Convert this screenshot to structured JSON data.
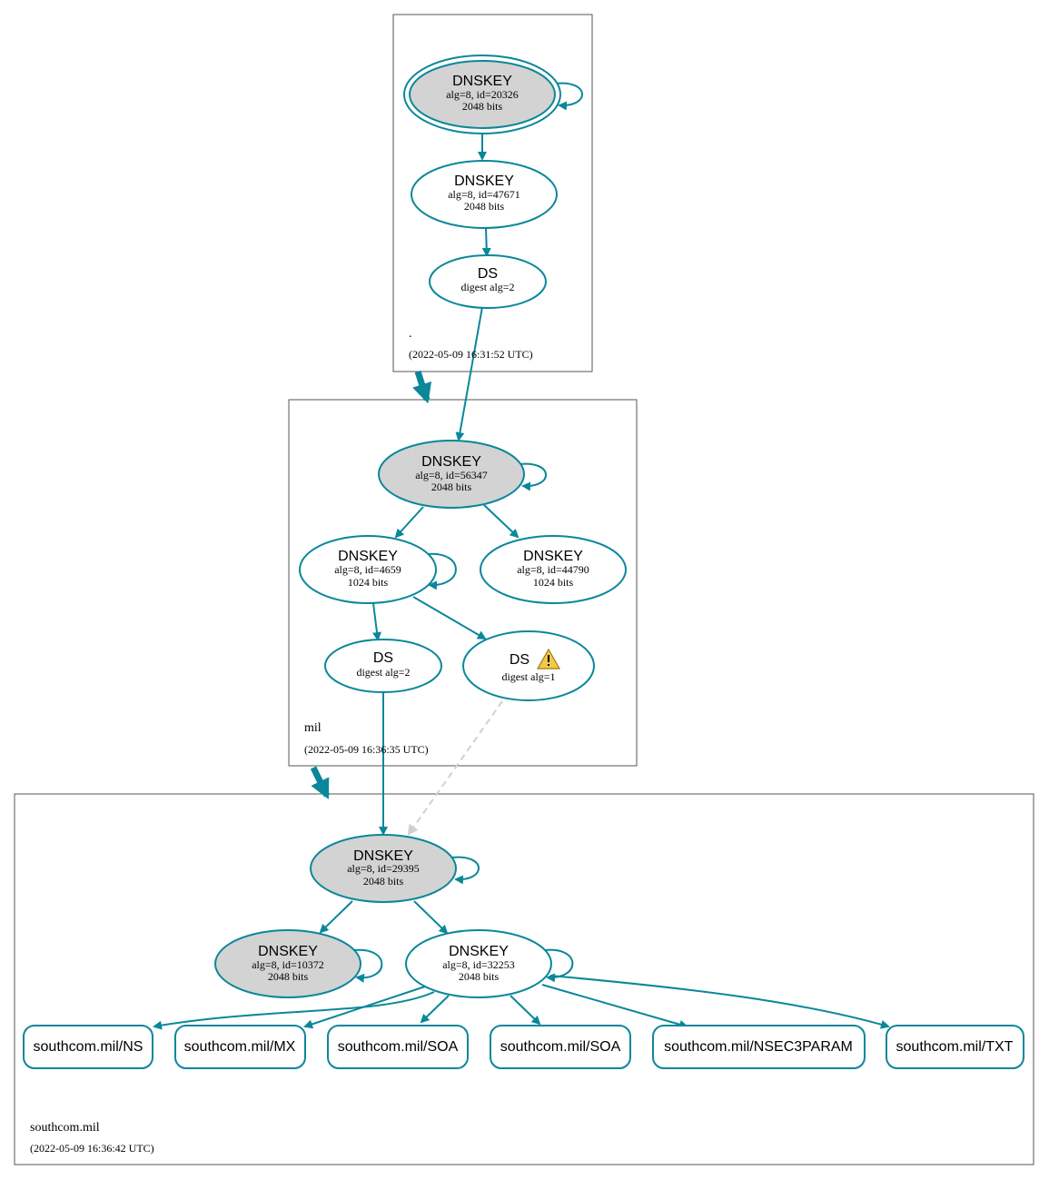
{
  "colors": {
    "edge": "#0a879a",
    "ksk_fill": "#d3d3d3",
    "zsk_fill": "#ffffff",
    "insecure_edge": "#d0d0d0",
    "warning": "#f2c94c"
  },
  "zones": {
    "root": {
      "name": ".",
      "timestamp": "(2022-05-09 16:31:52 UTC)"
    },
    "mil": {
      "name": "mil",
      "timestamp": "(2022-05-09 16:36:35 UTC)"
    },
    "southcom": {
      "name": "southcom.mil",
      "timestamp": "(2022-05-09 16:36:42 UTC)"
    }
  },
  "nodes": {
    "root_ksk": {
      "title": "DNSKEY",
      "line1": "alg=8, id=20326",
      "line2": "2048 bits"
    },
    "root_zsk": {
      "title": "DNSKEY",
      "line1": "alg=8, id=47671",
      "line2": "2048 bits"
    },
    "root_ds": {
      "title": "DS",
      "line1": "digest alg=2"
    },
    "mil_ksk": {
      "title": "DNSKEY",
      "line1": "alg=8, id=56347",
      "line2": "2048 bits"
    },
    "mil_zsk1": {
      "title": "DNSKEY",
      "line1": "alg=8, id=4659",
      "line2": "1024 bits"
    },
    "mil_zsk2": {
      "title": "DNSKEY",
      "line1": "alg=8, id=44790",
      "line2": "1024 bits"
    },
    "mil_ds2": {
      "title": "DS",
      "line1": "digest alg=2"
    },
    "mil_ds1": {
      "title": "DS",
      "line1": "digest alg=1",
      "icon": "warning-icon"
    },
    "sc_ksk": {
      "title": "DNSKEY",
      "line1": "alg=8, id=29395",
      "line2": "2048 bits"
    },
    "sc_ksk2": {
      "title": "DNSKEY",
      "line1": "alg=8, id=10372",
      "line2": "2048 bits"
    },
    "sc_zsk": {
      "title": "DNSKEY",
      "line1": "alg=8, id=32253",
      "line2": "2048 bits"
    }
  },
  "rrsets": [
    "southcom.mil/NS",
    "southcom.mil/MX",
    "southcom.mil/SOA",
    "southcom.mil/SOA",
    "southcom.mil/NSEC3PARAM",
    "southcom.mil/TXT"
  ]
}
